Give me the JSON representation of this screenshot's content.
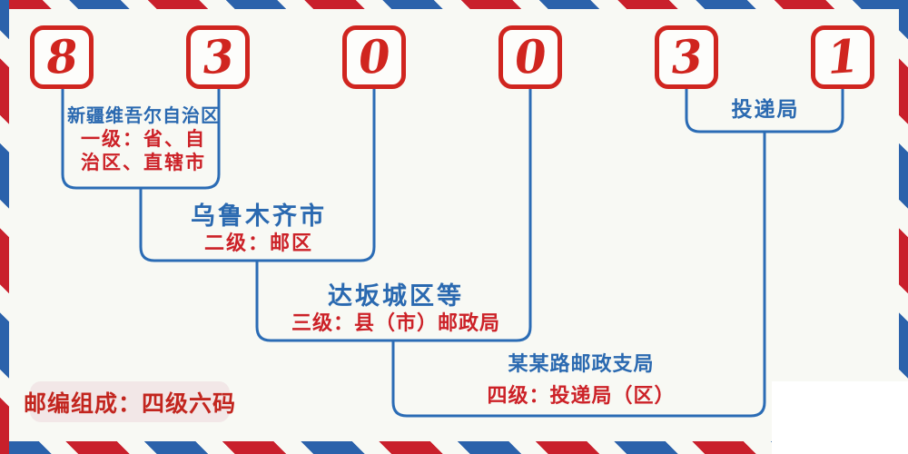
{
  "postal_code": {
    "digits": [
      "8",
      "3",
      "0",
      "0",
      "3",
      "1"
    ]
  },
  "labels": {
    "level1": {
      "region": "新疆维吾尔自治区",
      "desc1": "一级：省、自",
      "desc2": "治区、直辖市"
    },
    "level2": {
      "region": "乌鲁木齐市",
      "desc": "二级：邮区"
    },
    "level3": {
      "region": "达坂城区等",
      "desc": "三级：县（市）邮政局"
    },
    "level4": {
      "region": "某某路邮政支局",
      "desc": "四级：投递局（区）"
    },
    "delivery": {
      "label": "投递局"
    },
    "badge": "邮编组成：四级六码"
  },
  "colors": {
    "digit_red": "#d0251f",
    "line_blue": "#2b6cb5",
    "text_blue": "#2a69b0",
    "text_red": "#cc2127",
    "stripe_red": "#c9202c",
    "stripe_blue": "#2b62ab",
    "badge_bg": "#f2e7e7",
    "background": "#f8f9f4"
  }
}
